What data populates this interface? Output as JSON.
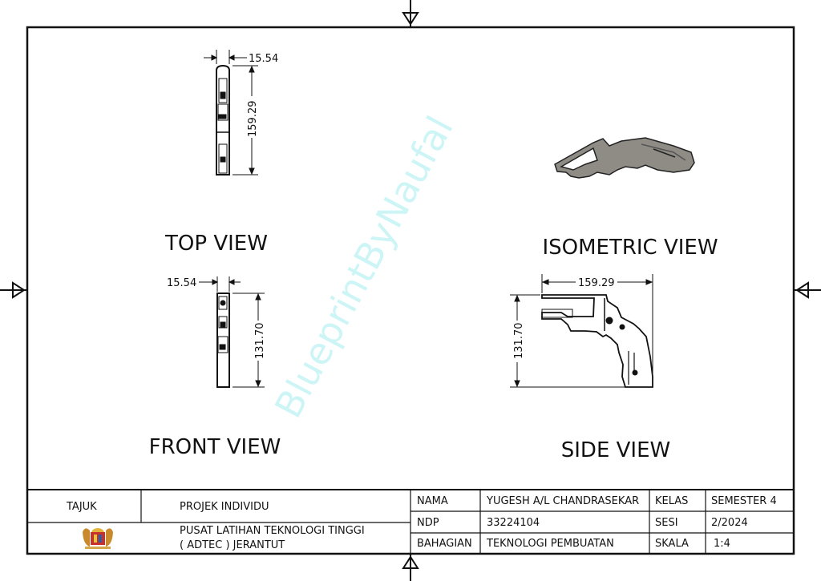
{
  "watermark": "BlueprintByNaufal",
  "views": {
    "top": {
      "label": "TOP VIEW",
      "width_dim": "15.54",
      "length_dim": "159.29"
    },
    "front": {
      "label": "FRONT VIEW",
      "width_dim": "15.54",
      "height_dim": "131.70"
    },
    "side": {
      "label": "SIDE VIEW",
      "length_dim": "159.29",
      "height_dim": "131.70"
    },
    "isometric": {
      "label": "ISOMETRIC VIEW"
    }
  },
  "title_block": {
    "tajuk_label": "TAJUK",
    "tajuk_value": "PROJEK INDIVIDU",
    "institution_line1": "PUSAT LATIHAN TEKNOLOGI TINGGI",
    "institution_line2": "( ADTEC ) JERANTUT",
    "nama_label": "NAMA",
    "nama_value": "YUGESH A/L CHANDRASEKAR",
    "ndp_label": "NDP",
    "ndp_value": "33224104",
    "bahagian_label": "BAHAGIAN",
    "bahagian_value": "TEKNOLOGI PEMBUATAN",
    "kelas_label": "KELAS",
    "kelas_value": "SEMESTER 4",
    "sesi_label": "SESI",
    "sesi_value": "2/2024",
    "skala_label": "SKALA",
    "skala_value": "1:4"
  },
  "colors": {
    "line": "#111111",
    "watermark": "#c8f4f6",
    "iso_fill": "#8f8c86"
  }
}
